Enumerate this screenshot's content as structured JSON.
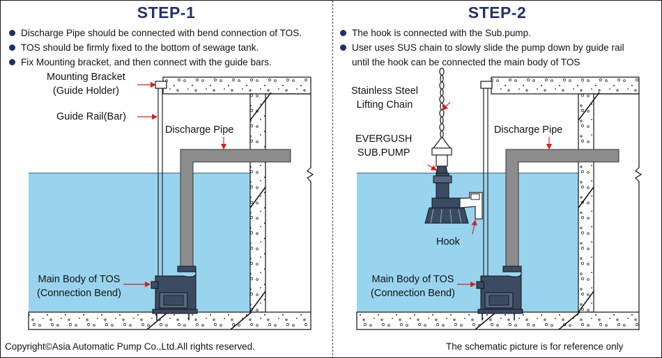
{
  "step1": {
    "title": "STEP-1",
    "bullets": [
      "Discharge Pipe should be connected with bend connection of TOS.",
      "TOS should be firmly fixed to the bottom of sewage tank.",
      "Fix Mounting bracket, and then connect with the guide bars."
    ],
    "labels": {
      "mounting_bracket": "Mounting Bracket\n(Guide Holder)",
      "guide_rail": "Guide Rail(Bar)",
      "discharge_pipe": "Discharge Pipe",
      "main_body": "Main Body of TOS\n(Connection Bend)"
    }
  },
  "step2": {
    "title": "STEP-2",
    "bullets": [
      "The hook is connected with the Sub.pump.",
      "User uses SUS chain to slowly slide the pump down by guide rail"
    ],
    "bullet_continuation": "until the hook can be connected the main body of TOS",
    "labels": {
      "lifting_chain": "Stainless Steel\nLifting Chain",
      "sub_pump": "EVERGUSH\nSUB.PUMP",
      "discharge_pipe": "Discharge Pipe",
      "hook": "Hook",
      "main_body": "Main Body of TOS\n(Connection Bend)"
    }
  },
  "footer": {
    "copyright": "Copyright©Asia Automatic Pump Co.,Ltd.All rights reserved.",
    "note": "The schematic picture is for reference only"
  },
  "colors": {
    "water": "#99d4ee",
    "pipe": "#8c8c8c",
    "title": "#23326b",
    "arrow": "#d42121",
    "metal": "#3a4b63"
  }
}
